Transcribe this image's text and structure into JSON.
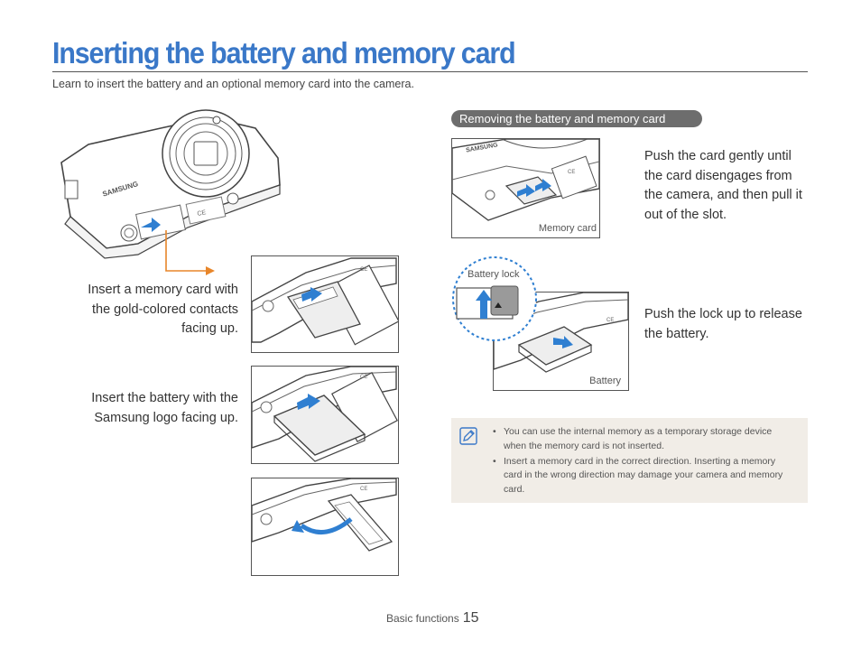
{
  "page": {
    "title": "Inserting the battery and memory card",
    "subtitle": "Learn to insert the battery and an optional memory card into the camera."
  },
  "left": {
    "camera_brand": "SAMSUNG",
    "memory_card_caption": "Insert a memory card with the gold-colored contacts facing up.",
    "battery_caption": "Insert the battery with the Samsung logo facing up."
  },
  "right": {
    "section_title": "Removing the battery and memory card",
    "camera_brand": "SAMSUNG",
    "memory_card_label": "Memory card",
    "memory_card_caption": "Push the card gently until the card disengages from the camera, and then pull it out of the slot.",
    "battery_lock_label": "Battery lock",
    "battery_label": "Battery",
    "battery_caption": "Push the lock up to release the battery."
  },
  "note": {
    "items": [
      "You can use the internal memory as a temporary storage device when the memory card is not inserted.",
      "Insert a memory card in the correct direction. Inserting a memory card in the wrong direction may damage your camera and memory card."
    ]
  },
  "footer": {
    "section": "Basic functions",
    "page_number": "15"
  },
  "colors": {
    "title": "#3a78c8",
    "arrow_blue": "#2f7fd1",
    "arrow_orange": "#e8862a",
    "note_bg": "#f1ede7",
    "pill_bg": "#6d6d6d"
  }
}
